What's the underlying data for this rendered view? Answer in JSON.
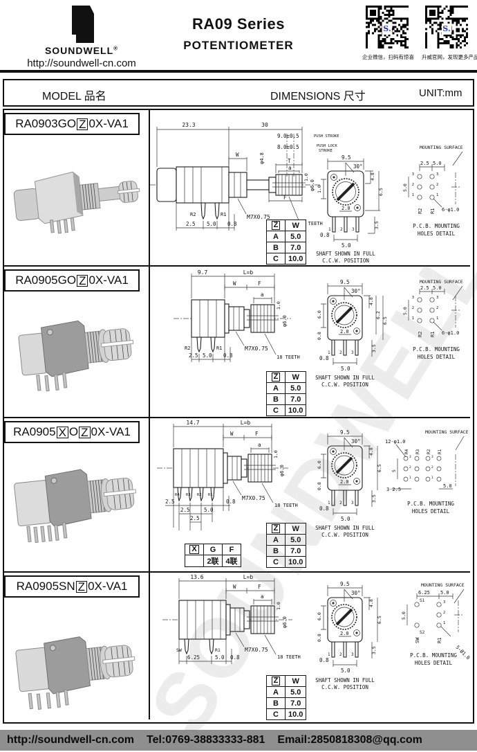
{
  "header": {
    "brand": "SOUNDWELL",
    "reg": "®",
    "url": "http://soundwell-cn.com",
    "title": "RA09 Series",
    "subtitle": "POTENTIOMETER",
    "qr1_caption": "企业微信，扫码有惊喜",
    "qr2_caption": "升威官网，发现更多产品"
  },
  "table_header": {
    "model": "MODEL 品名",
    "dimensions": "DIMENSIONS 尺寸",
    "unit": "UNIT:mm"
  },
  "watermark": "SOUNDWELL",
  "rows": [
    {
      "model_p1": "RA0903GO",
      "model_b1": "Z",
      "model_p2": "0X-VA1",
      "side": {
        "d1": "23.3",
        "d2": "30",
        "push1": "9.0±0.5",
        "push1_lbl": "PUSH STROKE",
        "push2": "8.0±0.5",
        "push2_lbl1": "PUSH LOCK",
        "push2_lbl2": "STROKE",
        "w": "W",
        "t": "T",
        "a": "a",
        "one": "1.0",
        "dia1": "φ4.8",
        "dia2": "φ6.0",
        "thread": "M7X0.75",
        "teeth": "18 TEETH",
        "f": "F",
        "pin1": "R2",
        "pin2": "R1",
        "b1": "2.5",
        "b2": "5.0",
        "b3": "0.8"
      },
      "front": {
        "w": "9.5",
        "ang": "30°",
        "r1": "4.8",
        "r2": "6.5",
        "r3": "3.5",
        "l1": "1.0",
        "inner": "2.0",
        "b1": "0.8",
        "b2": "5.0",
        "p1": "1",
        "p2": "2",
        "p3": "3",
        "cap1": "SHAFT SHOWN IN FULL",
        "cap2": "C.C.W. POSITION"
      },
      "pcb": {
        "surface": "MOUNTING SURFACE",
        "t1": "2.5",
        "t2": "5.0",
        "lv": "5.0",
        "c1": "R2",
        "c2": "R1",
        "hole": "6-φ1.0",
        "n3": "3",
        "n2": "2",
        "n1": "1",
        "cap1": "P.C.B. MOUNTING",
        "cap2": "HOLES DETAIL"
      },
      "zw": {
        "h1": "Z",
        "h2": "W",
        "a": "A",
        "av": "5.0",
        "b": "B",
        "bv": "7.0",
        "c": "C",
        "cv": "10.0"
      }
    },
    {
      "model_p1": "RA0905GO",
      "model_b1": "Z",
      "model_p2": "0X-VA1",
      "side": {
        "d1": "9.7",
        "lb": "L=b",
        "w": "W",
        "f": "F",
        "a": "a",
        "one": "1.0",
        "dia2": "φ6.0",
        "thread": "M7X0.75",
        "teeth": "18 TEETH",
        "pin1": "R2",
        "pin2": "R1",
        "b1": "2.5",
        "b2": "5.0",
        "b3": "0.8"
      },
      "front": {
        "w": "9.5",
        "ang": "30°",
        "r1": "4.8",
        "r2": "6.2",
        "r3": "6.5",
        "r4": "3.5",
        "l1": "6.0",
        "l2": "0.8",
        "inner": "2.0",
        "b1": "0.8",
        "b2": "5.0",
        "p1": "1",
        "p2": "2",
        "p3": "3",
        "cap1": "SHAFT SHOWN IN FULL",
        "cap2": "C.C.W. POSITION"
      },
      "pcb": {
        "surface": "MOUNTING SURFACE",
        "t1": "2.5",
        "t2": "5.0",
        "lv": "5.0",
        "c1": "R2",
        "c2": "R1",
        "hole": "6-φ1.0",
        "n3": "3",
        "n2": "2",
        "n1": "1",
        "cap1": "P.C.B. MOUNTING",
        "cap2": "HOLES DETAIL"
      },
      "zw": {
        "h1": "Z",
        "h2": "W",
        "a": "A",
        "av": "5.0",
        "b": "B",
        "bv": "7.0",
        "c": "C",
        "cv": "10.0"
      }
    },
    {
      "model_p1": "RA0905",
      "model_b1": "X",
      "model_p2": "O",
      "model_b2": "Z",
      "model_p3": "0X-VA1",
      "side": {
        "d1": "14.7",
        "lb": "L=b",
        "w": "W",
        "f": "F",
        "a": "a",
        "one": "1.0",
        "dia2": "φ6.0",
        "thread": "M7X0.75",
        "teeth": "18 TEETH",
        "pin1": "R4",
        "pin2": "R3",
        "pin3": "R2",
        "pin4": "R1",
        "b1": "2.5",
        "b2": "2.5",
        "b3": "5.0",
        "b4": "2.5",
        "b5": "0.8"
      },
      "front": {
        "w": "9.5",
        "ang": "30°",
        "r1": "4.8",
        "r2": "6.5",
        "r3": "3.5",
        "l1": "6.0",
        "l2": "0.8",
        "inner": "2.0",
        "b1": "0.8",
        "b2": "5.0",
        "p1": "1",
        "p2": "2",
        "p3": "3",
        "cap1": "SHAFT SHOWN IN FULL",
        "cap2": "C.C.W. POSITION"
      },
      "pcb": {
        "surface": "MOUNTING SURFACE",
        "hole": "12-φ1.0",
        "c1": "R4",
        "c2": "R3",
        "c3": "R2",
        "c4": "R1",
        "lv": "5",
        "bl": "3-2.5",
        "br": "5.0",
        "n3": "3",
        "n2": "2",
        "n1": "1",
        "cap1": "P.C.B. MOUNTING",
        "cap2": "HOLES DETAIL"
      },
      "xgf": {
        "h1": "X",
        "h2": "G",
        "h3": "F",
        "v1": "",
        "v2": "2联",
        "v3": "4联"
      },
      "zw": {
        "h1": "Z",
        "h2": "W",
        "a": "A",
        "av": "5.0",
        "b": "B",
        "bv": "7.0",
        "c": "C",
        "cv": "10.0"
      }
    },
    {
      "model_p1": "RA0905SN",
      "model_b1": "Z",
      "model_p2": "0X-VA1",
      "side": {
        "d1": "13.6",
        "lb": "L=b",
        "w": "W",
        "f": "F",
        "a": "a",
        "one": "1.0",
        "dia2": "φ6.0",
        "thread": "M7X0.75",
        "teeth": "18 TEETH",
        "pin1": "SW",
        "pin2": "R1",
        "b1": "6.25",
        "b2": "5.0",
        "b3": "0.8"
      },
      "front": {
        "w": "9.5",
        "ang": "30°",
        "r1": "4.8",
        "r2": "6.5",
        "r3": "3.5",
        "l1": "6.0",
        "l2": "0.8",
        "inner": "2.0",
        "b1": "0.8",
        "b2": "5.0",
        "p1": "1",
        "p2": "2",
        "p3": "3",
        "cap1": "SHAFT SHOWN IN FULL",
        "cap2": "C.C.W. POSITION"
      },
      "pcb": {
        "surface": "MOUNTING SURFACE",
        "t1": "6.25",
        "t2": "5.0",
        "lv": "5.0",
        "s1": "S1",
        "s2": "S2",
        "c1": "SW",
        "c2": "R1",
        "hole": "5-Ø1.0",
        "n3": "3",
        "n2": "2",
        "n1": "1",
        "cap1": "P.C.B. MOUNTING",
        "cap2": "HOLES DETAIL"
      },
      "zw": {
        "h1": "Z",
        "h2": "W",
        "a": "A",
        "av": "5.0",
        "b": "B",
        "bv": "7.0",
        "c": "C",
        "cv": "10.0"
      }
    }
  ],
  "footer": {
    "url": "http://soundwell-cn.com",
    "tel": "Tel:0769-38833333-881",
    "email": "Email:2850818308@qq.com"
  }
}
